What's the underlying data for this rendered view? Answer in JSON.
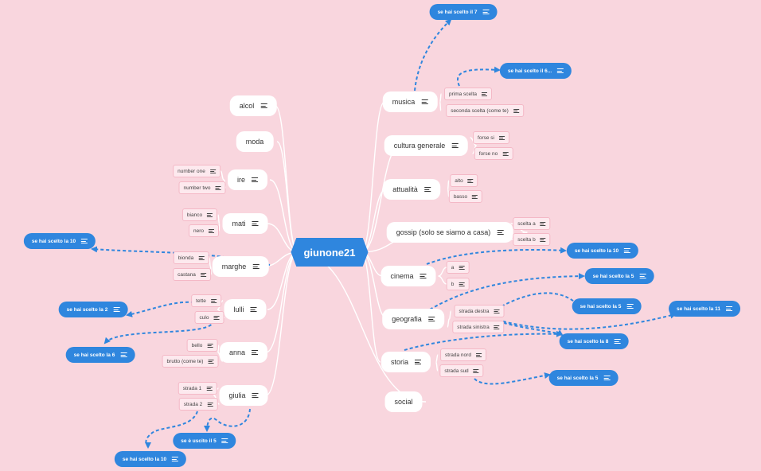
{
  "central": "giunone21",
  "colors": {
    "background": "#f9d6de",
    "accent": "#2f86de",
    "link": "#ffffff",
    "dashed_link": "#2f86de"
  },
  "icons": {
    "note": "note-lines-icon"
  },
  "left": [
    {
      "label": "alcol",
      "children": []
    },
    {
      "label": "moda",
      "children": []
    },
    {
      "label": "ire",
      "children": [
        "number one",
        "number two"
      ]
    },
    {
      "label": "mati",
      "children": [
        "bianco",
        "nero"
      ]
    },
    {
      "label": "marghe",
      "children": [
        "bionda",
        "castana"
      ]
    },
    {
      "label": "lulli",
      "children": [
        "tette",
        "culo"
      ]
    },
    {
      "label": "anna",
      "children": [
        "bello",
        "brutto (come te)"
      ]
    },
    {
      "label": "giulia",
      "children": [
        "strada 1",
        "strada 2"
      ]
    },
    {
      "label": "social",
      "children": []
    }
  ],
  "right": [
    {
      "label": "musica",
      "children": [
        "prima scelta",
        "seconda scelta (come te)"
      ]
    },
    {
      "label": "cultura generale",
      "children": [
        "forse si",
        "forse no"
      ]
    },
    {
      "label": "attualità",
      "children": [
        "alto",
        "basso"
      ]
    },
    {
      "label": "gossip (solo se siamo a casa)",
      "children": [
        "scelta a",
        "scelta b"
      ]
    },
    {
      "label": "cinema",
      "children": [
        "a",
        "b"
      ]
    },
    {
      "label": "geografia",
      "children": [
        "strada destra",
        "strada sinistra"
      ]
    },
    {
      "label": "storia",
      "children": [
        "strada nord",
        "strada sud"
      ]
    }
  ],
  "callouts": [
    "se hai scelto il 7",
    "se hai scelto il 6...",
    "se hai scelto la 10",
    "se hai scelto la 10",
    "se hai scelto la 5",
    "se hai scelto la 5",
    "se hai scelto la 11",
    "se hai scelto la 8",
    "se hai scelto la 5",
    "se hai scelto la 2",
    "se hai scelto la 6",
    "se è uscito il 5",
    "se hai scelto la 10"
  ]
}
